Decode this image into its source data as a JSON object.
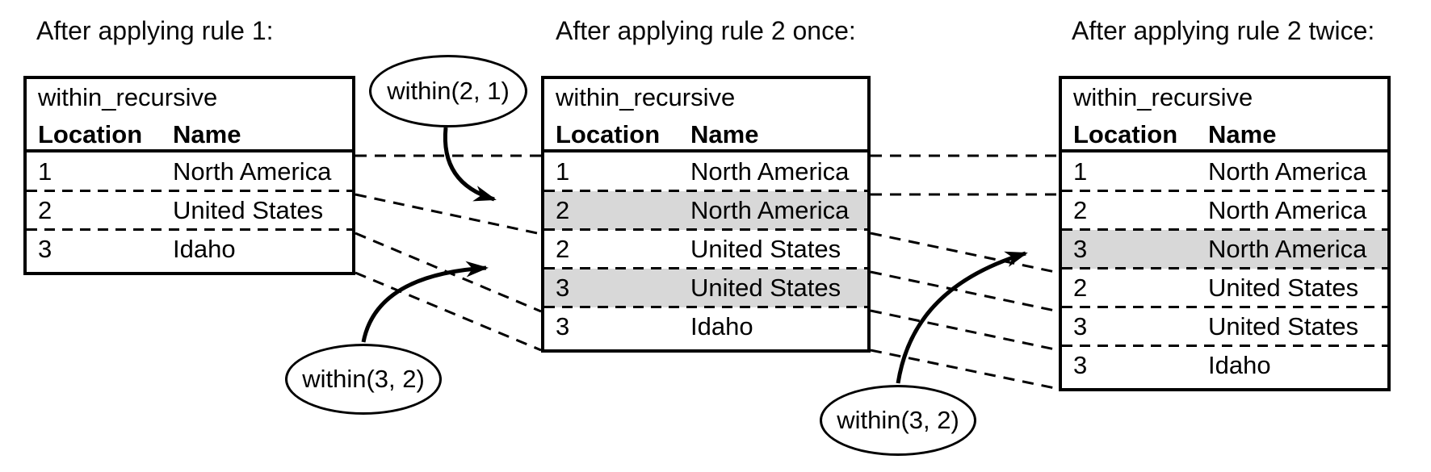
{
  "panels": [
    {
      "title": "After applying rule 1:",
      "table": {
        "name": "within_recursive",
        "columns": {
          "col1": "Location",
          "col2": "Name"
        },
        "rows": [
          {
            "location": "1",
            "name": "North America",
            "highlighted": false
          },
          {
            "location": "2",
            "name": "United States",
            "highlighted": false
          },
          {
            "location": "3",
            "name": "Idaho",
            "highlighted": false
          }
        ]
      }
    },
    {
      "title": "After applying rule 2 once:",
      "table": {
        "name": "within_recursive",
        "columns": {
          "col1": "Location",
          "col2": "Name"
        },
        "rows": [
          {
            "location": "1",
            "name": "North America",
            "highlighted": false
          },
          {
            "location": "2",
            "name": "North America",
            "highlighted": true
          },
          {
            "location": "2",
            "name": "United States",
            "highlighted": false
          },
          {
            "location": "3",
            "name": "United States",
            "highlighted": true
          },
          {
            "location": "3",
            "name": "Idaho",
            "highlighted": false
          }
        ]
      }
    },
    {
      "title": "After applying rule 2 twice:",
      "table": {
        "name": "within_recursive",
        "columns": {
          "col1": "Location",
          "col2": "Name"
        },
        "rows": [
          {
            "location": "1",
            "name": "North America",
            "highlighted": false
          },
          {
            "location": "2",
            "name": "North America",
            "highlighted": false
          },
          {
            "location": "3",
            "name": "North America",
            "highlighted": true
          },
          {
            "location": "2",
            "name": "United States",
            "highlighted": false
          },
          {
            "location": "3",
            "name": "United States",
            "highlighted": false
          },
          {
            "location": "3",
            "name": "Idaho",
            "highlighted": false
          }
        ]
      }
    }
  ],
  "annotations": [
    {
      "label": "within(2, 1)"
    },
    {
      "label": "within(3, 2)"
    },
    {
      "label": "within(3, 2)"
    }
  ],
  "colors": {
    "highlight": "#d8d8d8",
    "line": "#000000",
    "background": "#ffffff"
  }
}
